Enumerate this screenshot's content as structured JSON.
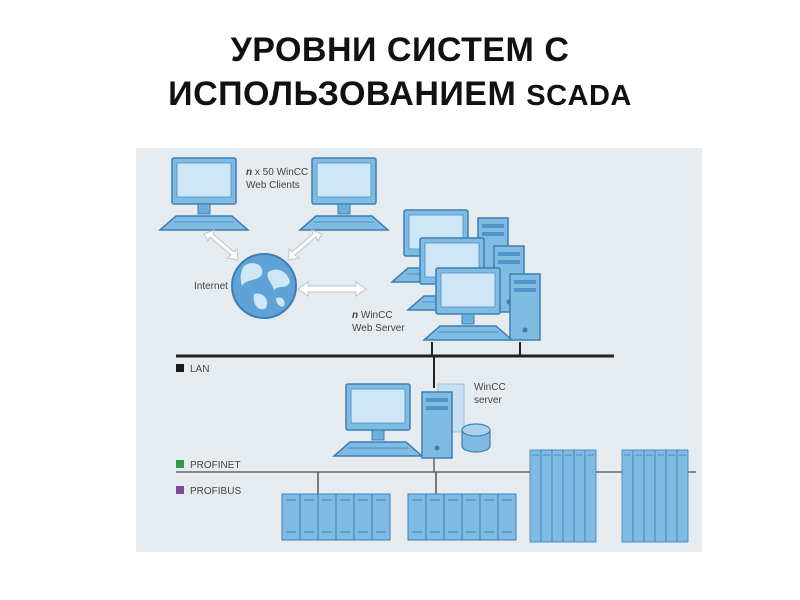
{
  "title": {
    "line1": "УРОВНИ СИСТЕМ С",
    "line2_main": "ИСПОЛЬЗОВАНИЕМ ",
    "line2_suffix": "SCADA"
  },
  "diagram": {
    "web_clients": {
      "prefix": "n",
      "rest": " x 50 WinCC",
      "line2": "Web Clients"
    },
    "internet": "Internet",
    "web_server": {
      "prefix": "n",
      "rest": " WinCC",
      "line2": "Web Server"
    },
    "wincc_server": {
      "line1": "WinCC",
      "line2": "server"
    },
    "legend": [
      {
        "label": "LAN",
        "color": "#1a1a1a"
      },
      {
        "label": "PROFINET",
        "color": "#2e9a4e"
      },
      {
        "label": "PROFIBUS",
        "color": "#7a4a96"
      }
    ],
    "colors": {
      "background": "#e6ebef",
      "device_blue": "#7fbbe3",
      "device_outline": "#3d7fb3",
      "bus_line": "#222222"
    }
  }
}
